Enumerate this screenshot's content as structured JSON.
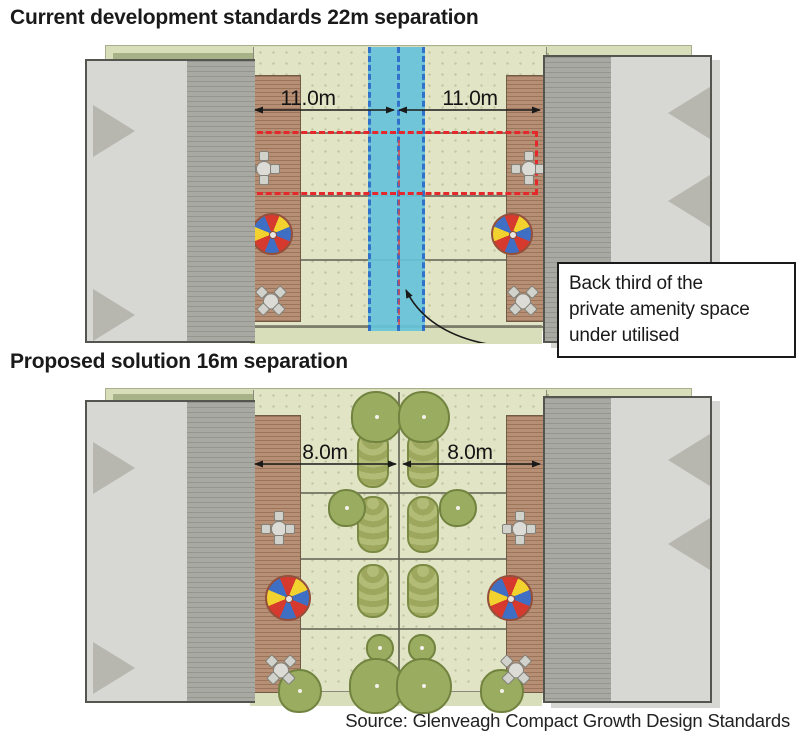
{
  "colors": {
    "accent-blue-fill": "#67c4da",
    "accent-blue-dash": "#2268cc",
    "accent-red": "#e4282b",
    "garden-green": "#e1e4c5",
    "verge-green": "#d9deba",
    "verge-olive": "#a8b289",
    "deck-brown": "#b78f74",
    "building-light": "#d7d7d3",
    "building-dark": "#a9a9a4",
    "hedge-green": "#a9b467",
    "tree-green": "#9aac60",
    "umbrella-red": "#d6392e",
    "umbrella-yellow": "#f2d22e",
    "umbrella-blue": "#3f6fc4"
  },
  "diagram_current": {
    "title": "Current development standards 22m separation",
    "dim_left": "11.0m",
    "dim_right": "11.0m",
    "callout_line1": "Back third of the",
    "callout_line2": "private amenity space",
    "callout_line3": "under utilised"
  },
  "diagram_proposed": {
    "title": "Proposed solution 16m separation",
    "dim_left": "8.0m",
    "dim_right": "8.0m"
  },
  "source": "Source: Glenveagh Compact Growth Design Standards"
}
